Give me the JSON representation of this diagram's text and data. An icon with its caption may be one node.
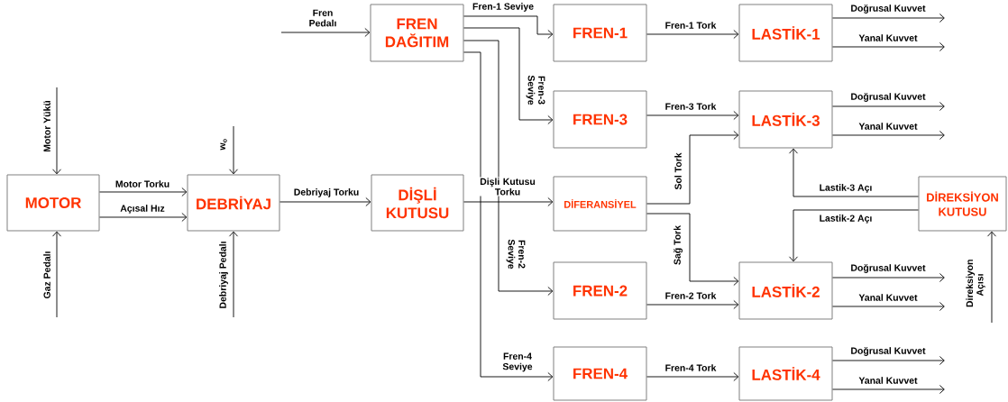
{
  "diagram": {
    "nodes": [
      {
        "text": [
          "MOTOR"
        ]
      },
      {
        "text": [
          "DEBRİYAJ"
        ]
      },
      {
        "text": [
          "DİŞLİ KUTUSU"
        ]
      },
      {
        "text": [
          "FREN DAĞITIM"
        ]
      },
      {
        "text": [
          "FREN-1"
        ]
      },
      {
        "text": [
          "LASTİK-1"
        ]
      },
      {
        "text": [
          "FREN-3"
        ]
      },
      {
        "text": [
          "LASTİK-3"
        ]
      },
      {
        "text": [
          "DİFERANSİYEL"
        ]
      },
      {
        "text": [
          "DİREKSİYON KUTUSU"
        ]
      },
      {
        "text": [
          "FREN-2"
        ]
      },
      {
        "text": [
          "LASTİK-2"
        ]
      },
      {
        "text": [
          "FREN-4"
        ]
      },
      {
        "text": [
          "LASTİK-4"
        ]
      }
    ],
    "edges": [
      {
        "from": null,
        "to": 0,
        "arrow": "to",
        "label": "Motor Yükü"
      },
      {
        "from": null,
        "to": 0,
        "arrow": "to",
        "label": "Gaz Pedalı"
      },
      {
        "from": 0,
        "to": 1,
        "arrow": "to",
        "label": "Motor Torku"
      },
      {
        "from": 0,
        "to": 1,
        "arrow": "to",
        "label": "Açısal Hız"
      },
      {
        "from": null,
        "to": 1,
        "arrow": "to",
        "label": "w$_{o}$"
      },
      {
        "from": null,
        "to": 1,
        "arrow": "to",
        "label": "Debriyaj Pedalı"
      },
      {
        "from": 1,
        "to": 2,
        "arrow": "to",
        "label": "Debriyaj Torku"
      },
      {
        "from": null,
        "to": 3,
        "arrow": "to",
        "label": "Fren Pedalı"
      },
      {
        "from": 3,
        "to": 4,
        "arrow": "to",
        "label": "Fren-1 Seviye"
      },
      {
        "from": 3,
        "to": 6,
        "arrow": "to",
        "label": "Fren-3 Seviye"
      },
      {
        "from": 3,
        "to": 10,
        "arrow": "to",
        "label": "Fren-2 Seviye"
      },
      {
        "from": 3,
        "to": 12,
        "arrow": "to",
        "label": "Fren-4 Seviye"
      },
      {
        "from": 2,
        "to": 8,
        "arrow": "to",
        "label": "Dişli Kutusu Torku"
      },
      {
        "from": 4,
        "to": 5,
        "arrow": "to",
        "label": "Fren-1 Tork"
      },
      {
        "from": 6,
        "to": 7,
        "arrow": "to",
        "label": "Fren-3 Tork"
      },
      {
        "from": 8,
        "to": 7,
        "arrow": "to",
        "label": "Sol Tork"
      },
      {
        "from": 8,
        "to": 11,
        "arrow": "to",
        "label": "Sağ Tork"
      },
      {
        "from": 10,
        "to": 11,
        "arrow": "to",
        "label": "Fren-2 Tork"
      },
      {
        "from": 12,
        "to": 13,
        "arrow": "to",
        "label": "Fren-4 Tork"
      },
      {
        "from": 9,
        "to": 7,
        "arrow": "to",
        "label": "Lastik-3 Açı"
      },
      {
        "from": 9,
        "to": 11,
        "arrow": "to",
        "label": "Lastik-2 Açı"
      },
      {
        "from": null,
        "to": 9,
        "arrow": "to",
        "label": "Direksiyon Açısı"
      },
      {
        "from": 5,
        "to": null,
        "arrow": "to",
        "label": "Doğrusal Kuvvet"
      },
      {
        "from": 5,
        "to": null,
        "arrow": "to",
        "label": "Yanal Kuvvet"
      },
      {
        "from": 7,
        "to": null,
        "arrow": "to",
        "label": "Doğrusal Kuvvet"
      },
      {
        "from": 7,
        "to": null,
        "arrow": "to",
        "label": "Yanal Kuvvet"
      },
      {
        "from": 11,
        "to": null,
        "arrow": "to",
        "label": "Doğrusal Kuvvet"
      },
      {
        "from": 11,
        "to": null,
        "arrow": "to",
        "label": "Yanal Kuvvet"
      },
      {
        "from": 13,
        "to": null,
        "arrow": "to",
        "label": "Doğrusal Kuvvet"
      },
      {
        "from": 13,
        "to": null,
        "arrow": "to",
        "label": "Yanal Kuvvet"
      }
    ]
  }
}
